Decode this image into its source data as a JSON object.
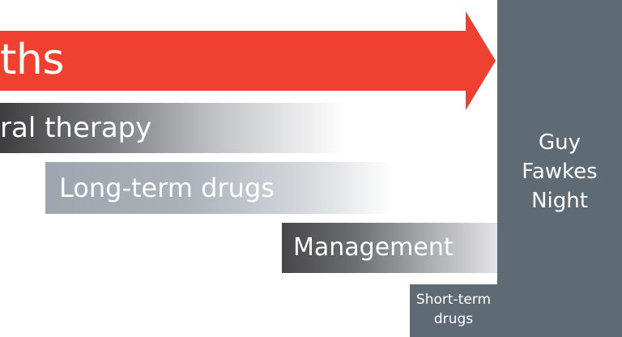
{
  "arrow": {
    "label": "ths",
    "color": "#ef4030"
  },
  "strips": {
    "behavioral": "ral therapy",
    "long_term": "Long-term drugs",
    "management": "Management"
  },
  "panel": {
    "lines": [
      "Guy",
      "Fawkes",
      "Night"
    ],
    "color": "#5e6a74"
  },
  "short_term_box": {
    "lines": [
      "Short-term",
      "drugs"
    ]
  }
}
